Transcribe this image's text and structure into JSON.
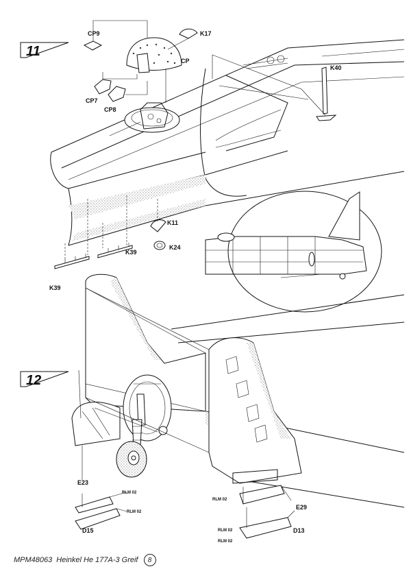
{
  "steps": [
    {
      "number": "11"
    },
    {
      "number": "12"
    }
  ],
  "labels": {
    "cp9": "CP9",
    "k17": "K17",
    "cp": "CP",
    "k40": "K40",
    "cp7": "CP7",
    "cp8": "CP8",
    "k11": "K11",
    "k24": "K24",
    "k39a": "K39",
    "k39b": "K39",
    "e23": "E23",
    "rlm_e23": "RLM 02",
    "rlm_d15": "RLM 02",
    "d15": "D15",
    "rlm_e29": "RLM 02",
    "e29": "E29",
    "rlm_d13a": "RLM 02",
    "rlm_d13b": "RLM 02",
    "d13": "D13"
  },
  "footer": {
    "code": "MPM48063",
    "title": "Heinkel He 177A-3 Greif",
    "page": "8"
  }
}
